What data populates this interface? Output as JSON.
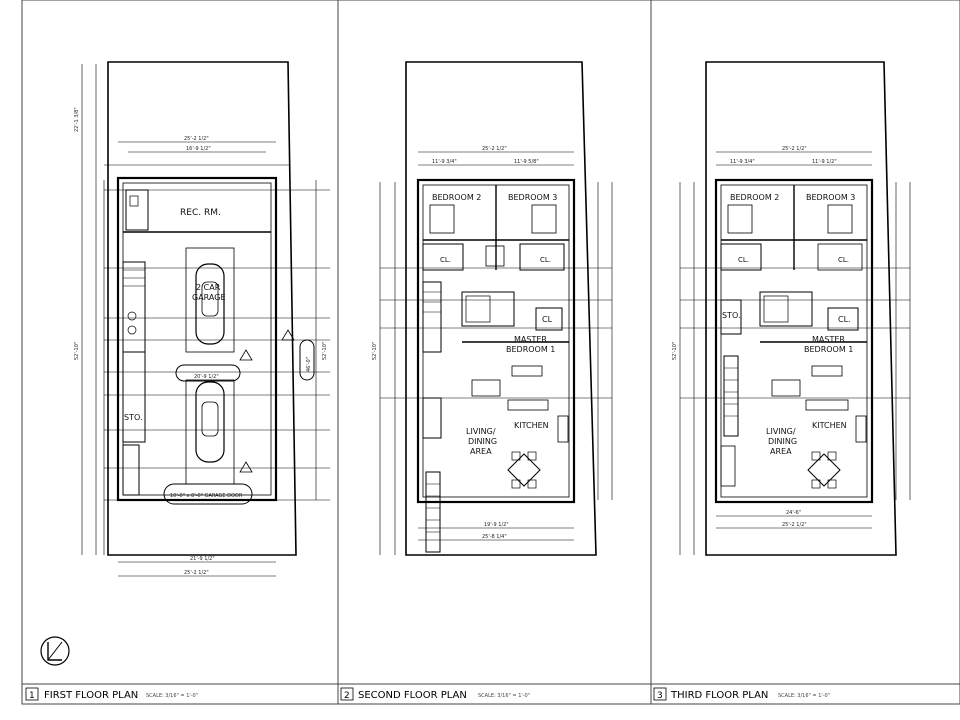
{
  "panels": [
    {
      "number": "1",
      "title": "FIRST FLOOR PLAN",
      "scale": "SCALE: 3/16\" = 1'-0\"",
      "rooms": {
        "rec": "REC. RM.",
        "garage_1": "2 CAR",
        "garage_2": "GARAGE",
        "sto": "STO.",
        "door": "10'-0\" x 8'-0\" GARAGE DOOR"
      },
      "dims": {
        "top_overall": "25'-2 1/2\"",
        "top_inner": "16'-9 1/2\"",
        "left_side": "22'-1 3/8\"",
        "height": "52'-10\"",
        "bottom_1": "21'-9 1/2\"",
        "bottom_2": "25'-2 1/2\"",
        "mid_1": "20'-9 1/2\"",
        "side_right": "46'-0\""
      }
    },
    {
      "number": "2",
      "title": "SECOND FLOOR PLAN",
      "scale": "SCALE: 3/16\" = 1'-0\"",
      "rooms": {
        "bed2": "BEDROOM 2",
        "bed3": "BEDROOM 3",
        "cl_a": "CL.",
        "cl_b": "CL.",
        "cl_c": "CL",
        "master_1": "MASTER",
        "master_2": "BEDROOM 1",
        "kitchen": "KITCHEN",
        "living_1": "LIVING/",
        "living_2": "DINING",
        "living_3": "AREA"
      },
      "dims": {
        "top_overall": "25'-2 1/2\"",
        "top_a": "11'-9 3/4\"",
        "top_b": "11'-9 5/8\"",
        "bottom_1": "19'-9 1/2\"",
        "bottom_2": "25'-8 1/4\"",
        "height": "52'-10\""
      }
    },
    {
      "number": "3",
      "title": "THIRD FLOOR PLAN",
      "scale": "SCALE: 3/16\" = 1'-0\"",
      "rooms": {
        "bed2": "BEDROOM 2",
        "bed3": "BEDROOM 3",
        "cl_a": "CL.",
        "cl_b": "CL.",
        "cl_c": "CL.",
        "sto": "STO.",
        "master_1": "MASTER",
        "master_2": "BEDROOM 1",
        "kitchen": "KITCHEN",
        "living_1": "LIVING/",
        "living_2": "DINING",
        "living_3": "AREA"
      },
      "dims": {
        "top_overall": "25'-2 1/2\"",
        "top_a": "11'-9 3/4\"",
        "top_b": "11'-9 1/2\"",
        "bottom_1": "24'-6\"",
        "bottom_2": "25'-2 1/2\"",
        "height": "52'-10\""
      }
    }
  ]
}
